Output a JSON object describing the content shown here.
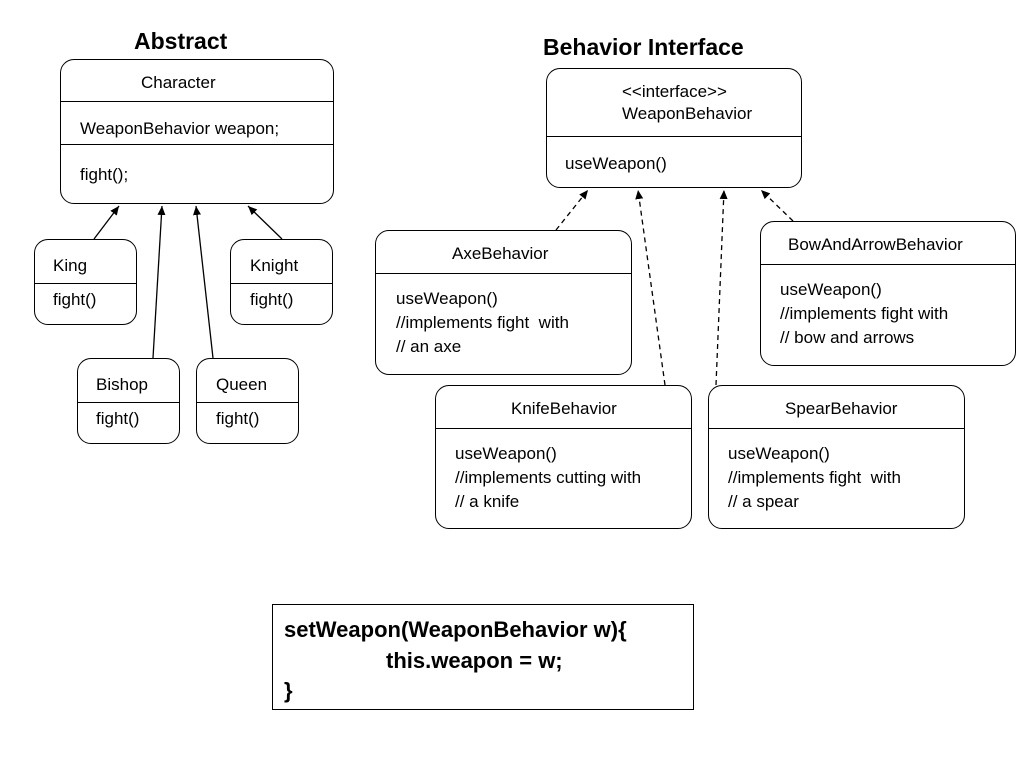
{
  "headings": {
    "abstract": "Abstract",
    "behavior_interface": "Behavior Interface"
  },
  "character": {
    "name": "Character",
    "attribute": "WeaponBehavior weapon;",
    "method": "fight();"
  },
  "subclasses": {
    "king": {
      "name": "King",
      "method": "fight()"
    },
    "knight": {
      "name": "Knight",
      "method": "fight()"
    },
    "bishop": {
      "name": "Bishop",
      "method": "fight()"
    },
    "queen": {
      "name": "Queen",
      "method": "fight()"
    }
  },
  "interface": {
    "stereotype": "<<interface>>",
    "name": "WeaponBehavior",
    "method": "useWeapon()"
  },
  "behaviors": {
    "axe": {
      "name": "AxeBehavior",
      "lines": [
        "useWeapon()",
        "//implements fight  with",
        "// an axe"
      ]
    },
    "bow": {
      "name": "BowAndArrowBehavior",
      "lines": [
        "useWeapon()",
        "//implements fight with",
        "// bow and arrows"
      ]
    },
    "knife": {
      "name": "KnifeBehavior",
      "lines": [
        "useWeapon()",
        "//implements cutting with",
        "// a knife"
      ]
    },
    "spear": {
      "name": "SpearBehavior",
      "lines": [
        "useWeapon()",
        "//implements fight  with",
        "// a spear"
      ]
    }
  },
  "code": {
    "line1": "setWeapon(WeaponBehavior w){",
    "line2": "this.weapon = w;",
    "line3": "}"
  }
}
